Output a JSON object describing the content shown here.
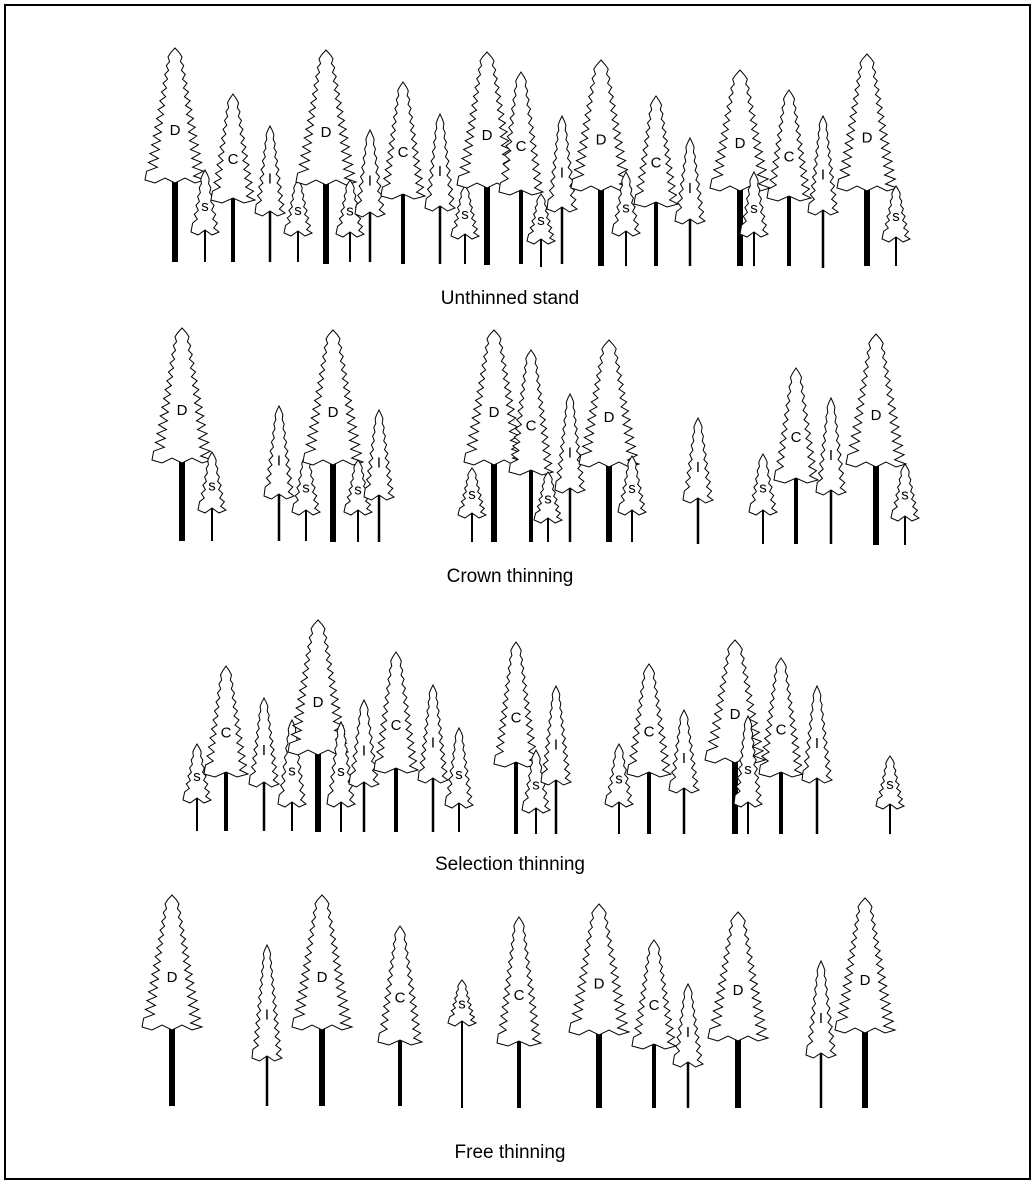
{
  "panels": [
    {
      "title": "Unthinned stand",
      "trees": [
        "D",
        "S",
        "C",
        "I",
        "S",
        "D",
        "S",
        "I",
        "C",
        "I",
        "S",
        "D",
        "C",
        "S",
        "I",
        "D",
        "S",
        "C",
        "I",
        "D",
        "S",
        "C",
        "I",
        "D",
        "S"
      ]
    },
    {
      "title": "Crown thinning",
      "trees": [
        "D",
        "S",
        "I",
        "S",
        "D",
        "S",
        "I",
        "S",
        "D",
        "C",
        "S",
        "I",
        "D",
        "S",
        "I",
        "S",
        "C",
        "I",
        "D",
        "S"
      ]
    },
    {
      "title": "Selection thinning",
      "trees": [
        "S",
        "C",
        "I",
        "S",
        "D",
        "S",
        "I",
        "C",
        "I",
        "S",
        "C",
        "S",
        "I",
        "S",
        "C",
        "I",
        "D",
        "S",
        "C",
        "I",
        "S"
      ]
    },
    {
      "title": "Free thinning",
      "trees": [
        "D",
        "I",
        "D",
        "C",
        "S",
        "C",
        "D",
        "C",
        "I",
        "D",
        "I",
        "D"
      ]
    }
  ],
  "legend_codes": {
    "D": "D",
    "C": "C",
    "I": "I",
    "S": "s"
  },
  "colors": {
    "line": "#000000",
    "background": "#ffffff"
  }
}
